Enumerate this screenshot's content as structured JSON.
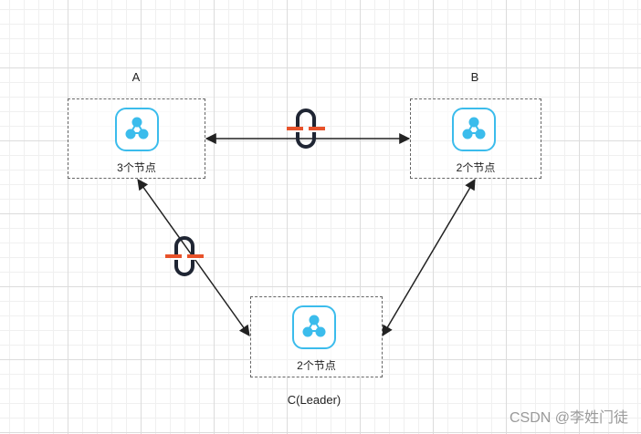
{
  "clusters": {
    "a": {
      "label": "A",
      "caption": "3个节点"
    },
    "b": {
      "label": "B",
      "caption": "2个节点"
    },
    "c": {
      "label": "C(Leader)",
      "caption": "2个节点"
    }
  },
  "icon": {
    "name": "cluster-nodes-icon",
    "color": "#3bbcec"
  },
  "link_icon": {
    "name": "broken-link-icon",
    "color": "#1f2533",
    "accent": "#e8522a"
  },
  "watermark": "CSDN @李姓门徒"
}
